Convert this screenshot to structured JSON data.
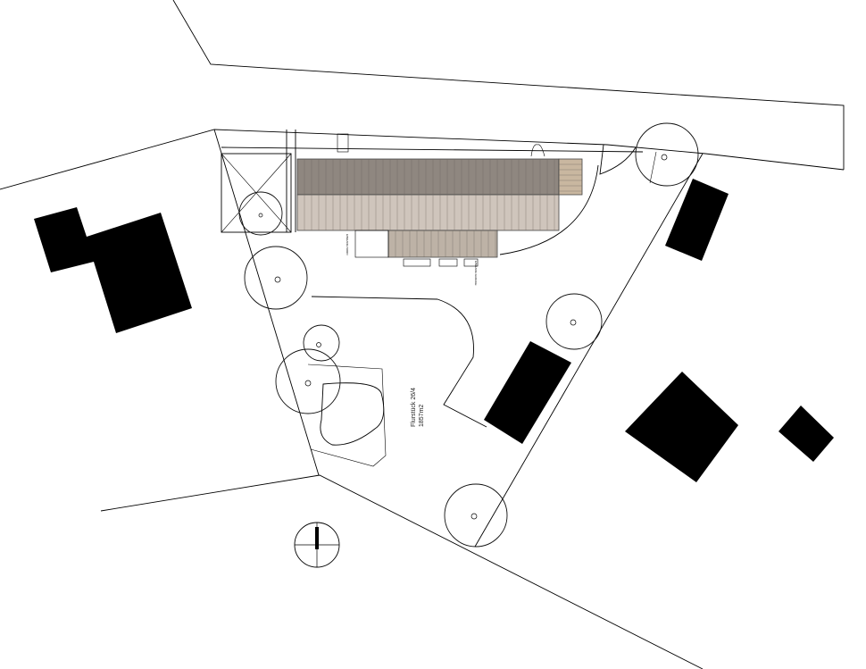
{
  "plan": {
    "parcel_label": "Flurstück 26/4",
    "parcel_area": "1857m2",
    "small_labels": [
      "EINGANG NORD",
      "EINGANG GARAGE"
    ],
    "roof_colors": {
      "dark": "#8f8780",
      "light": "#cfc5bc",
      "mid": "#bdb2a6",
      "wood": "#c9b7a0"
    }
  }
}
